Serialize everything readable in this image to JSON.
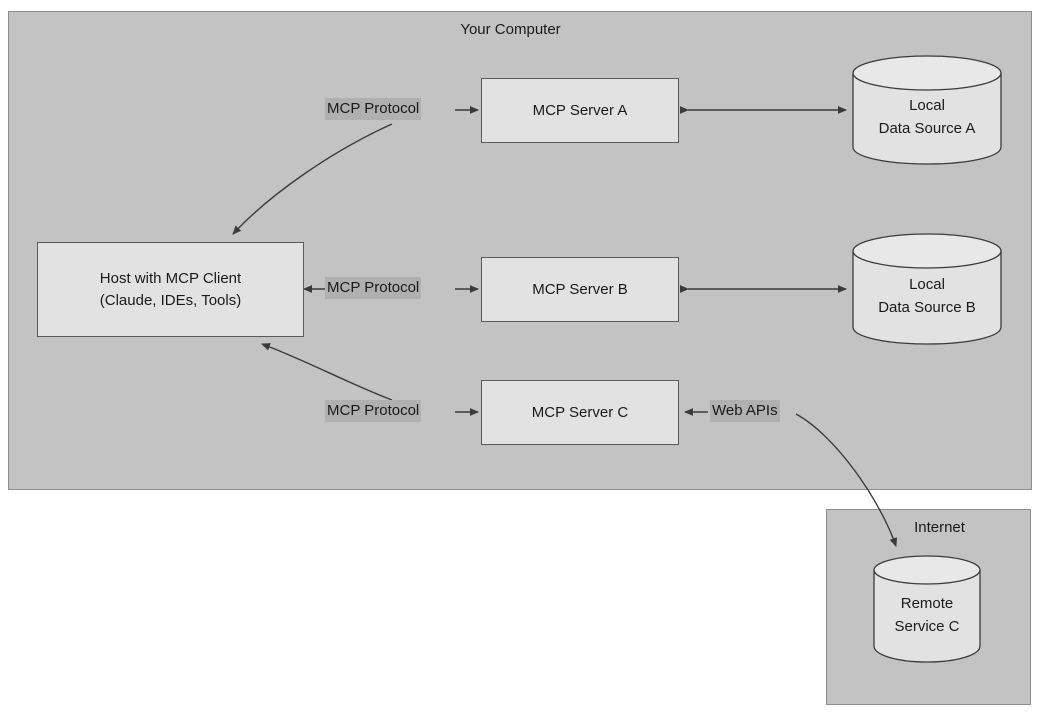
{
  "diagram": {
    "title_hidden": "MCP architecture overview",
    "colors": {
      "group_fill": "#c3c3c3",
      "group_stroke": "#8d8d8d",
      "node_fill": "#e2e2e2",
      "node_stroke": "#5a5a5a",
      "label_fill": "#b0b0b0",
      "edge_stroke": "#3b3b3b",
      "text": "#1a1a1a",
      "page_bg": "#ffffff"
    }
  },
  "groups": {
    "your_computer": {
      "title": "Your Computer"
    },
    "internet": {
      "title": "Internet"
    }
  },
  "nodes": {
    "host": {
      "line1": "Host with MCP Client",
      "line2": "(Claude, IDEs, Tools)"
    },
    "server_a": {
      "label": "MCP Server A"
    },
    "server_b": {
      "label": "MCP Server B"
    },
    "server_c": {
      "label": "MCP Server C"
    },
    "data_source_a": {
      "line1": "Local",
      "line2": "Data Source A"
    },
    "data_source_b": {
      "line1": "Local",
      "line2": "Data Source B"
    },
    "remote_service_c": {
      "line1": "Remote",
      "line2": "Service C"
    }
  },
  "edge_labels": {
    "mcp_protocol_a": "MCP Protocol",
    "mcp_protocol_b": "MCP Protocol",
    "mcp_protocol_c": "MCP Protocol",
    "web_apis": "Web APIs"
  }
}
